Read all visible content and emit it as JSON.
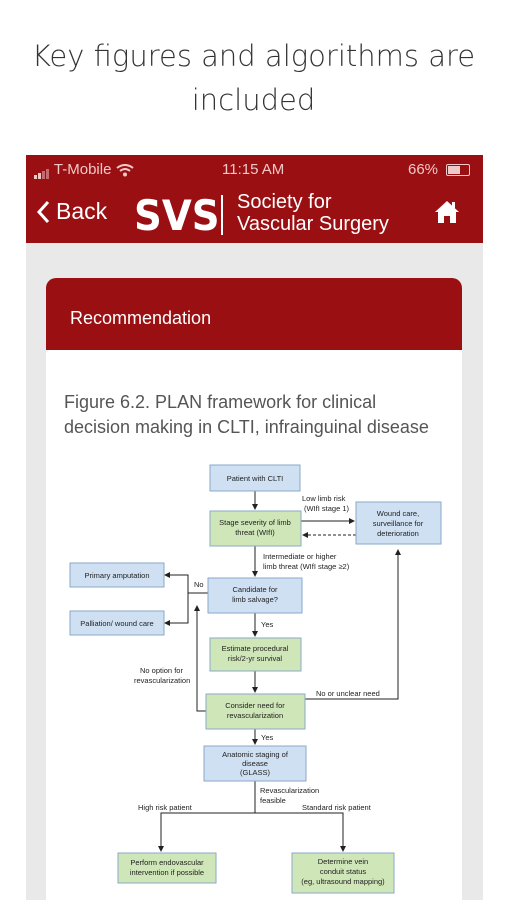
{
  "caption": {
    "line1": "Key figures and algorithms are",
    "line2": "included"
  },
  "status_bar": {
    "carrier": "T-Mobile",
    "time": "11:15 AM",
    "battery": "66%",
    "battery_level": 0.66
  },
  "nav": {
    "back_label": "Back",
    "logo": "SVS",
    "org_line1": "Society for",
    "org_line2": "Vascular Surgery"
  },
  "card": {
    "header": "Recommendation",
    "figure_title_line1": "Figure 6.2.  PLAN framework for clinical",
    "figure_title_line2": "decision making in CLTI, infrainguinal disease"
  },
  "flowchart": {
    "patient": "Patient with CLTI",
    "stage_1": "Stage severity of limb",
    "stage_2": "threat (WIfI)",
    "wound_1": "Wound care,",
    "wound_2": "surveillance for",
    "wound_3": "deterioration",
    "low_risk_1": "Low limb risk",
    "low_risk_2": "(WIfI stage 1)",
    "inter_1": "Intermediate or higher",
    "inter_2": "limb threat (WIfI stage ≥2)",
    "primary_amputation": "Primary amputation",
    "palliation": "Palliation/ wound care",
    "no_label": "No",
    "candidate_1": "Candidate for",
    "candidate_2": "limb salvage?",
    "yes_label_1": "Yes",
    "estimate_1": "Estimate procedural",
    "estimate_2": "risk/2-yr survival",
    "no_option_1": "No option for",
    "no_option_2": "revascularization",
    "consider_1": "Consider need for",
    "consider_2": "revascularization",
    "no_unclear": "No or unclear need",
    "yes_label_2": "Yes",
    "anatomic_1": "Anatomic staging of",
    "anatomic_2": "disease",
    "anatomic_3": "(GLASS)",
    "revasc_1": "Revascularization",
    "revasc_2": "feasible",
    "high_risk": "High risk patient",
    "standard_risk": "Standard risk patient",
    "endo_1": "Perform endovascular",
    "endo_2": "intervention if possible",
    "vein_1": "Determine vein",
    "vein_2": "conduit status",
    "vein_3": "(eg, ultrasound mapping)"
  },
  "colors": {
    "brand_red": "#9a0f12",
    "box_blue": "#cfe0f3",
    "box_green": "#cfe6b8",
    "box_border": "#8aa9c9"
  },
  "icons": {
    "back": "chevron-left-icon",
    "home": "home-icon",
    "wifi": "wifi-icon",
    "signal": "signal-icon",
    "battery": "battery-icon"
  }
}
